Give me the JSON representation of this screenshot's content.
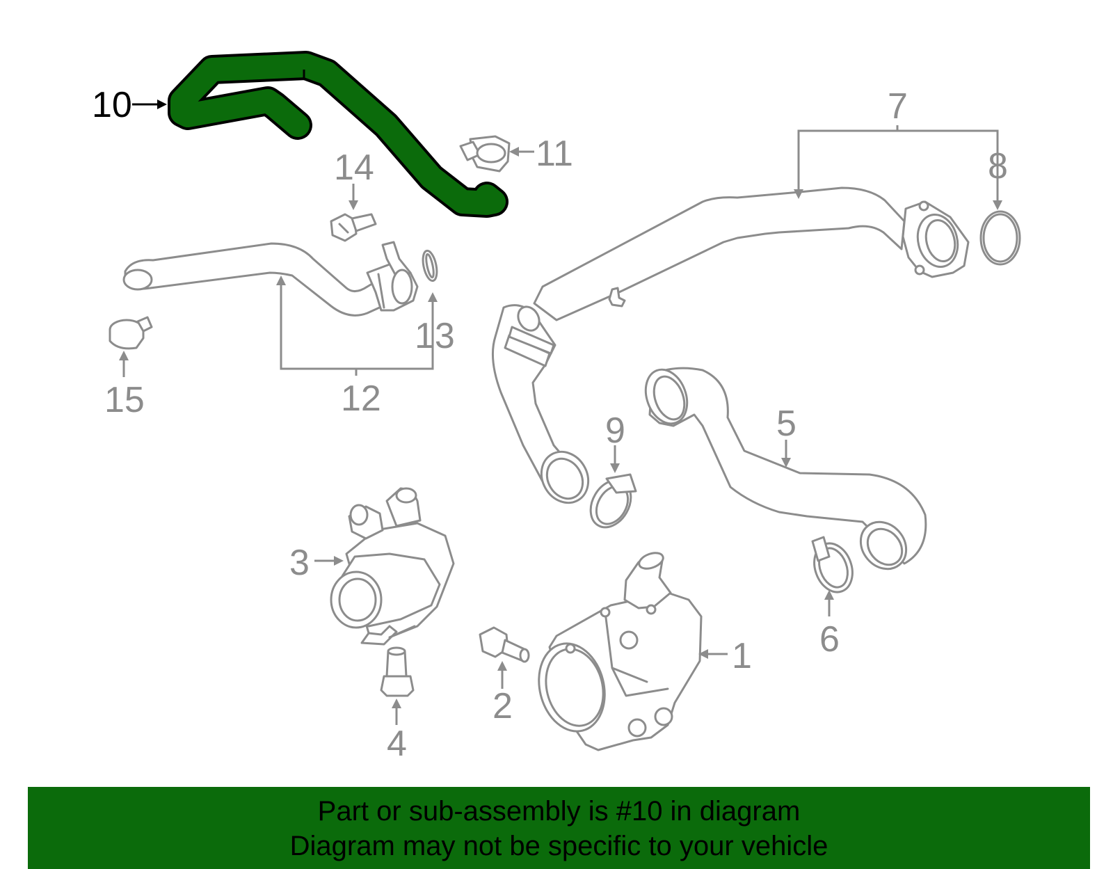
{
  "diagram": {
    "highlight_color": "#0b6b0b",
    "line_color": "#8c8c8c",
    "highlighted_part": "10",
    "callouts": [
      "1",
      "2",
      "3",
      "4",
      "5",
      "6",
      "7",
      "8",
      "9",
      "10",
      "11",
      "12",
      "13",
      "14",
      "15"
    ]
  },
  "footer": {
    "background": "#0b6b0b",
    "line1": "Part or sub-assembly is #10 in diagram",
    "line2": "Diagram may not be specific to your vehicle"
  }
}
